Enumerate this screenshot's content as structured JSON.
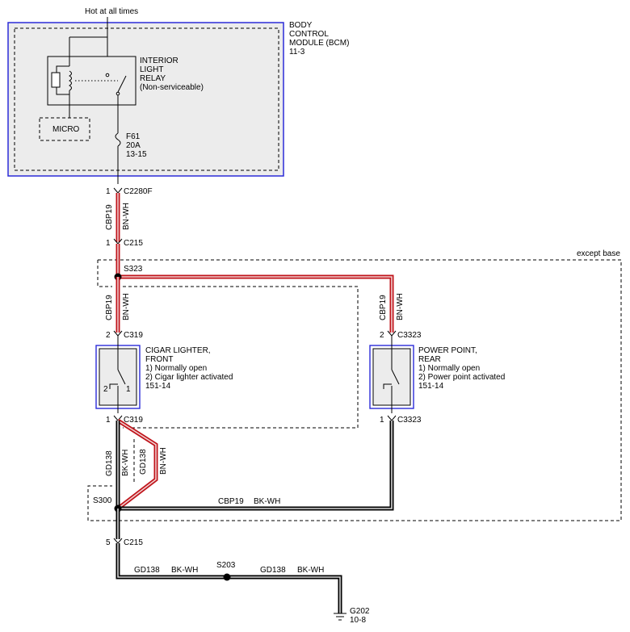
{
  "labels": {
    "hot": "Hot at all times",
    "bcm": [
      "BODY",
      "CONTROL",
      "MODULE (BCM)",
      "11-3"
    ],
    "relay": [
      "INTERIOR",
      "LIGHT",
      "RELAY",
      "(Non-serviceable)"
    ],
    "micro": "MICRO",
    "fuse": [
      "F61",
      "20A",
      "13-15"
    ],
    "c2280f_pin": "1",
    "c2280f": "C2280F",
    "c215_top_pin": "1",
    "c215_top": "C215",
    "wire_left_top_code": "CBP19",
    "wire_left_top_color": "BN-WH",
    "except_base": "except base",
    "s323": "S323",
    "wire_left_mid_code": "CBP19",
    "wire_left_mid_color": "BN-WH",
    "wire_right_code": "CBP19",
    "wire_right_color": "BN-WH",
    "c319_top_pin": "2",
    "c319_top": "C319",
    "c3323_top_pin": "2",
    "c3323_top": "C3323",
    "cigar": [
      "CIGAR LIGHTER,",
      "FRONT",
      "1) Normally open",
      "2) Cigar lighter activated",
      "151-14"
    ],
    "cigar_pin_left": "2",
    "cigar_pin_right": "1",
    "power": [
      "POWER POINT,",
      "REAR",
      "1) Normally open",
      "2) Power point activated",
      "151-14"
    ],
    "c319_bot_pin": "1",
    "c319_bot": "C319",
    "c3323_bot_pin": "1",
    "c3323_bot": "C3323",
    "gd138_a": "GD138",
    "bkwh_a": "BK-WH",
    "gd138_b": "GD138",
    "bnwh_b": "BN-WH",
    "s300": "S300",
    "cbp19_bottom": "CBP19",
    "bkwh_bottom": "BK-WH",
    "c215_bot_pin": "5",
    "c215_bot": "C215",
    "gd138_c": "GD138",
    "bkwh_c": "BK-WH",
    "s203": "S203",
    "gd138_d": "GD138",
    "bkwh_d": "BK-WH",
    "g202": "G202",
    "g202_ref": "10-8"
  },
  "colors": {
    "bcm_border": "#2b2bd8",
    "switch_border": "#2b2bd8",
    "wire_red": "#c0141b",
    "wire_black": "#000000",
    "panel_fill": "#ececec"
  }
}
